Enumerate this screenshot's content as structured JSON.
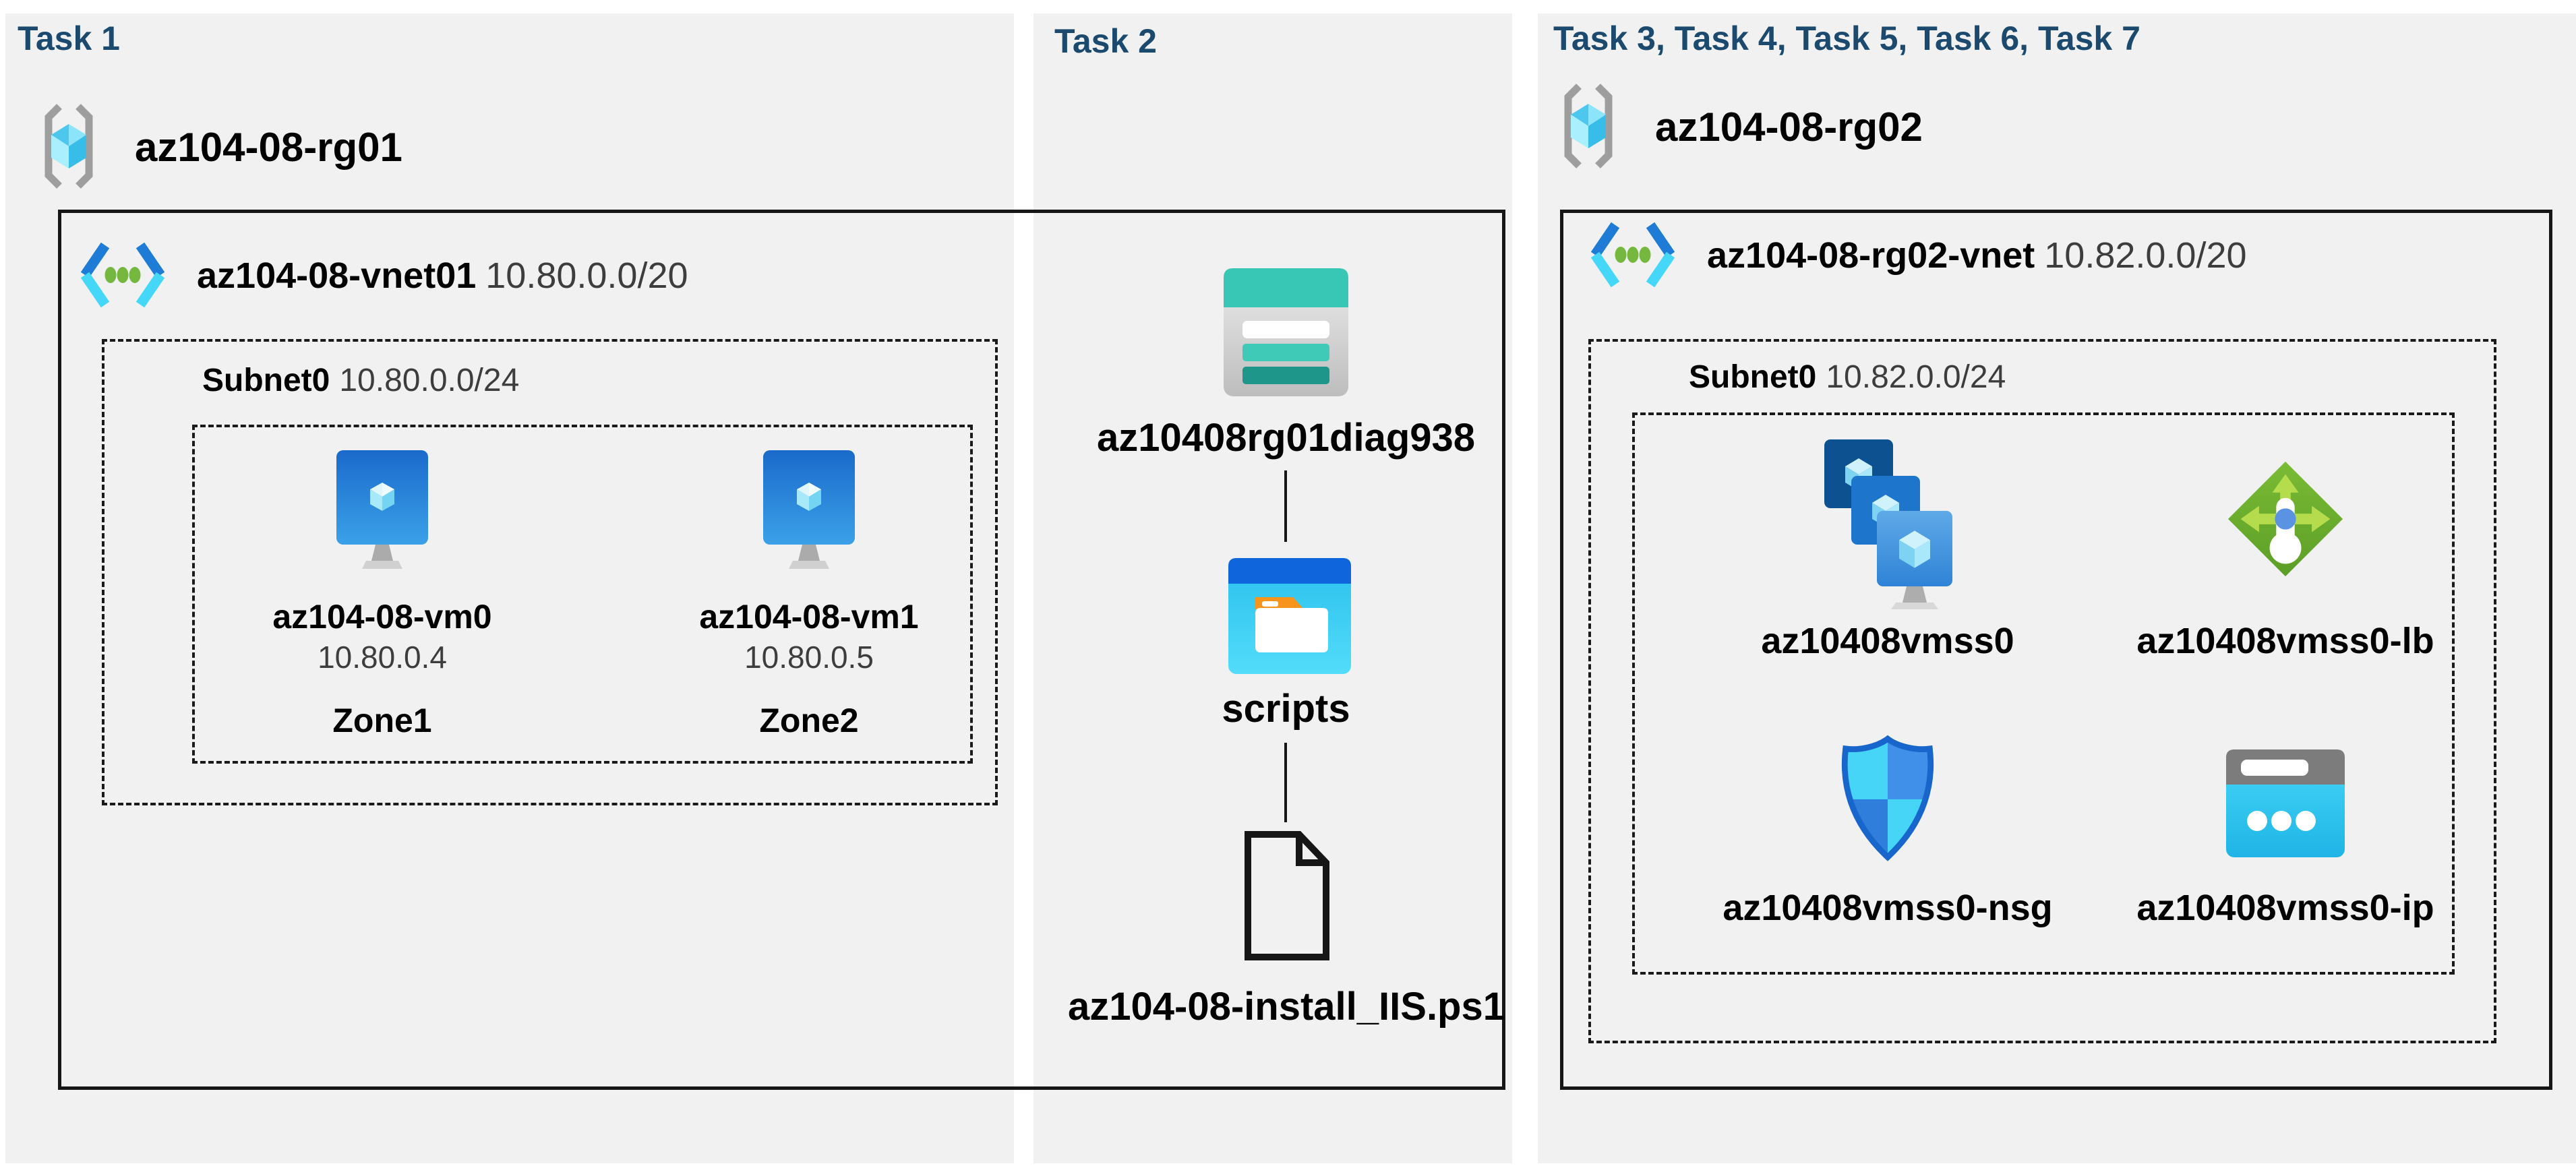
{
  "colors": {
    "header_text": "#1B4A6E",
    "panel_background": "#F1F1F1",
    "outline": "#161616",
    "muted_text": "#3D3D3D"
  },
  "task1": {
    "title": "Task 1",
    "resource_group": "az104-08-rg01",
    "vnet_name": "az104-08-vnet01",
    "vnet_cidr": "10.80.0.0/20",
    "subnet_name": "Subnet0",
    "subnet_cidr": "10.80.0.0/24",
    "vm0": {
      "name": "az104-08-vm0",
      "ip": "10.80.0.4",
      "zone": "Zone1"
    },
    "vm1": {
      "name": "az104-08-vm1",
      "ip": "10.80.0.5",
      "zone": "Zone2"
    }
  },
  "task2": {
    "title": "Task 2",
    "storage_account": "az10408rg01diag938",
    "container": "scripts",
    "script_file": "az104-08-install_IIS.ps1"
  },
  "task3": {
    "title": "Task 3, Task 4, Task 5, Task 6, Task 7",
    "resource_group": "az104-08-rg02",
    "vnet_name": "az104-08-rg02-vnet",
    "vnet_cidr": "10.82.0.0/20",
    "subnet_name": "Subnet0",
    "subnet_cidr": "10.82.0.0/24",
    "vmss": "az10408vmss0",
    "load_balancer": "az10408vmss0-lb",
    "nsg": "az10408vmss0-nsg",
    "public_ip": "az10408vmss0-ip"
  }
}
